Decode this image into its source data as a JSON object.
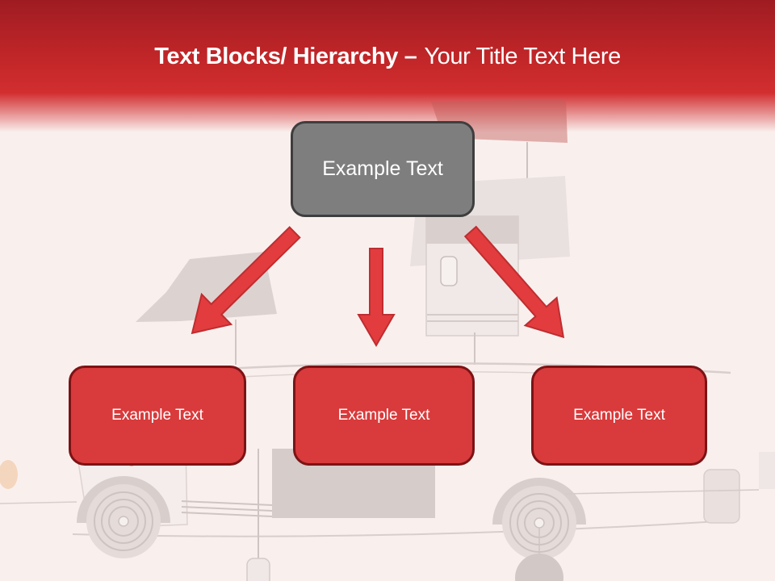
{
  "title": {
    "bold": "Text Blocks/ Hierarchy –",
    "regular": "Your Title Text Here"
  },
  "diagram": {
    "root": {
      "label": "Example Text"
    },
    "children": [
      {
        "label": "Example Text"
      },
      {
        "label": "Example Text"
      },
      {
        "label": "Example Text"
      }
    ],
    "connectors": [
      "arrow-down-left",
      "arrow-down",
      "arrow-down-right"
    ]
  },
  "colors": {
    "header_red_dark": "#9e1c21",
    "header_red": "#d22e30",
    "background": "#f9f0ee",
    "root_fill": "#7e7e7e",
    "root_border": "#3e3e3e",
    "child_fill": "#d93a3b",
    "child_border": "#7c1315",
    "arrow_fill": "#e23c3e",
    "arrow_stroke": "#bf2d30",
    "text": "#ffffff"
  },
  "decorations": {
    "watermark": "delivery-van-sketch",
    "flag_color": "#c05a58"
  }
}
